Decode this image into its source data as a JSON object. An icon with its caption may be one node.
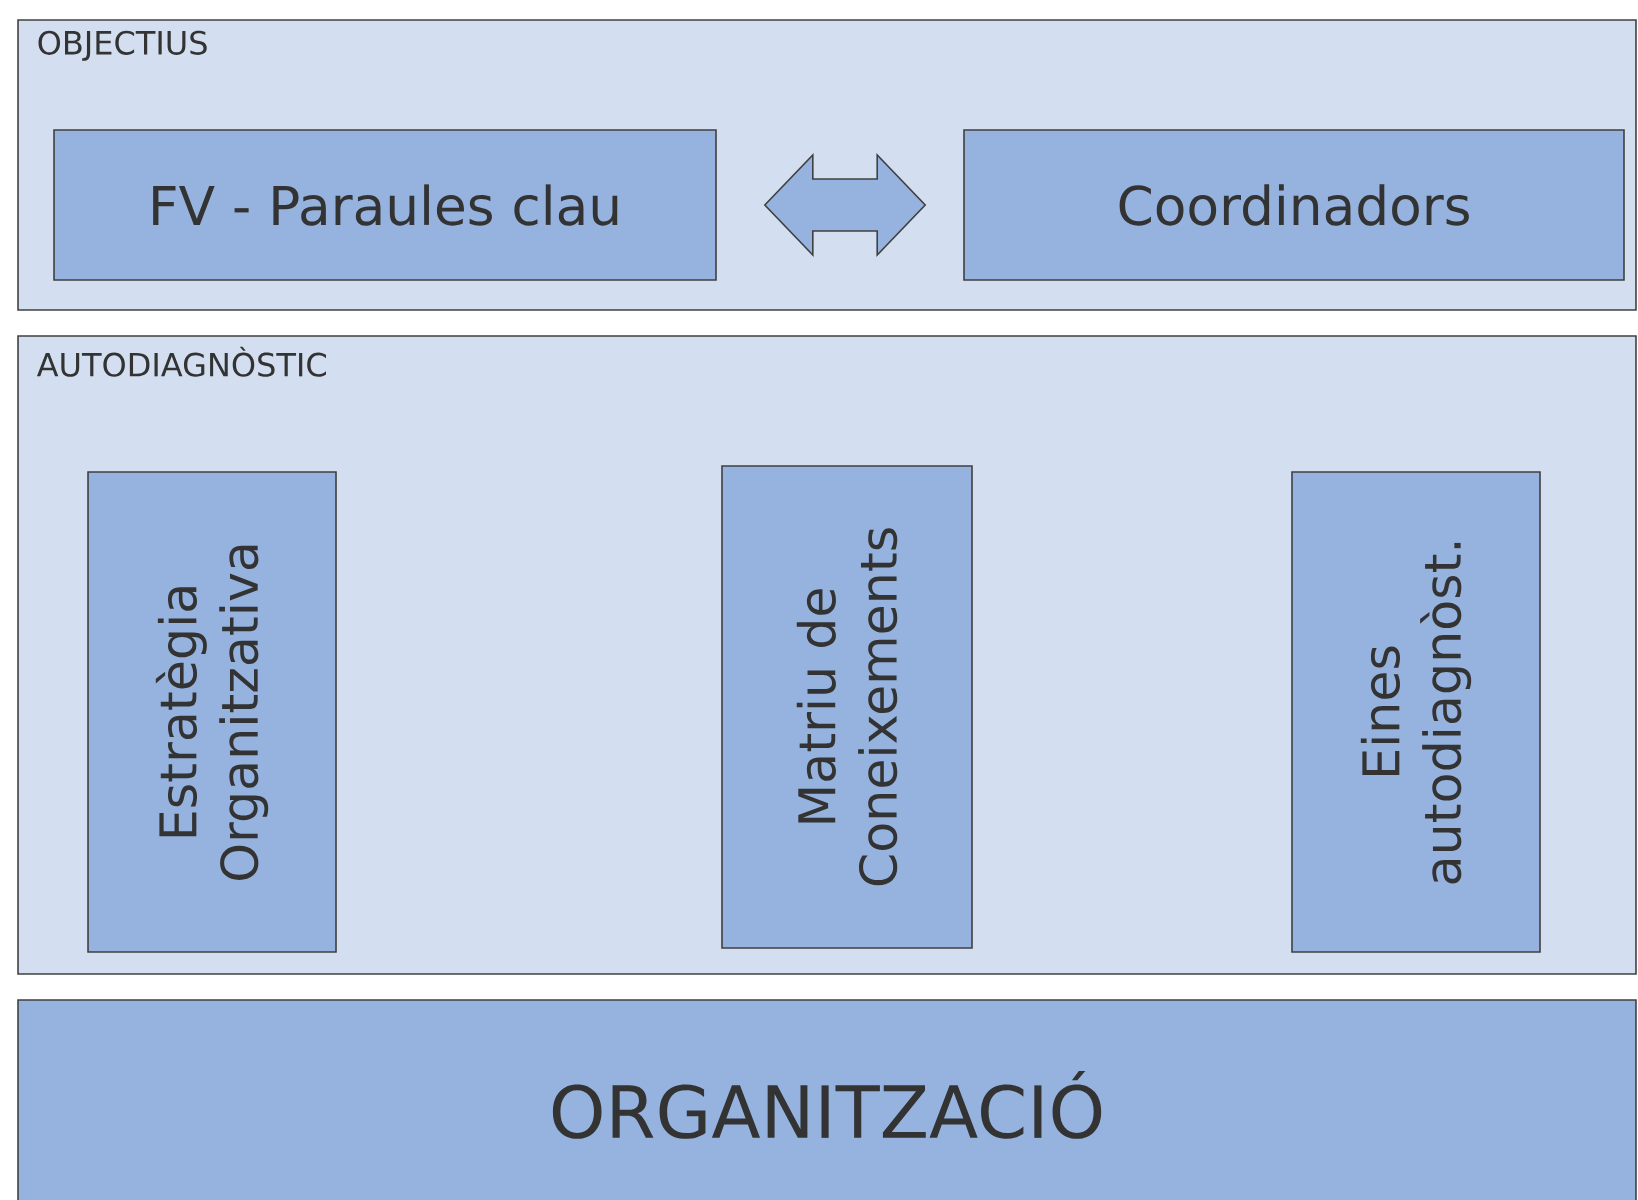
{
  "diagram": {
    "nodes": [
      {
        "text": [
          "OBJECTIUS"
        ]
      },
      {
        "text": [
          "FV - Paraules clau"
        ],
        "in": 0
      },
      {
        "text": [
          "Coordinadors"
        ],
        "in": 0
      },
      {
        "text": [
          "AUTODIAGNÒSTIC"
        ]
      },
      {
        "text": [
          "Estratègia Organitzativa"
        ],
        "in": 3
      },
      {
        "text": [
          "Matriu de Coneixements"
        ],
        "in": 3
      },
      {
        "text": [
          "Eines autodiagnòst."
        ],
        "in": 3
      },
      {
        "text": [
          "ORGANITZACIÓ"
        ]
      }
    ],
    "edges": [
      {
        "from": 1,
        "to": 2,
        "arrow": "both"
      }
    ]
  }
}
